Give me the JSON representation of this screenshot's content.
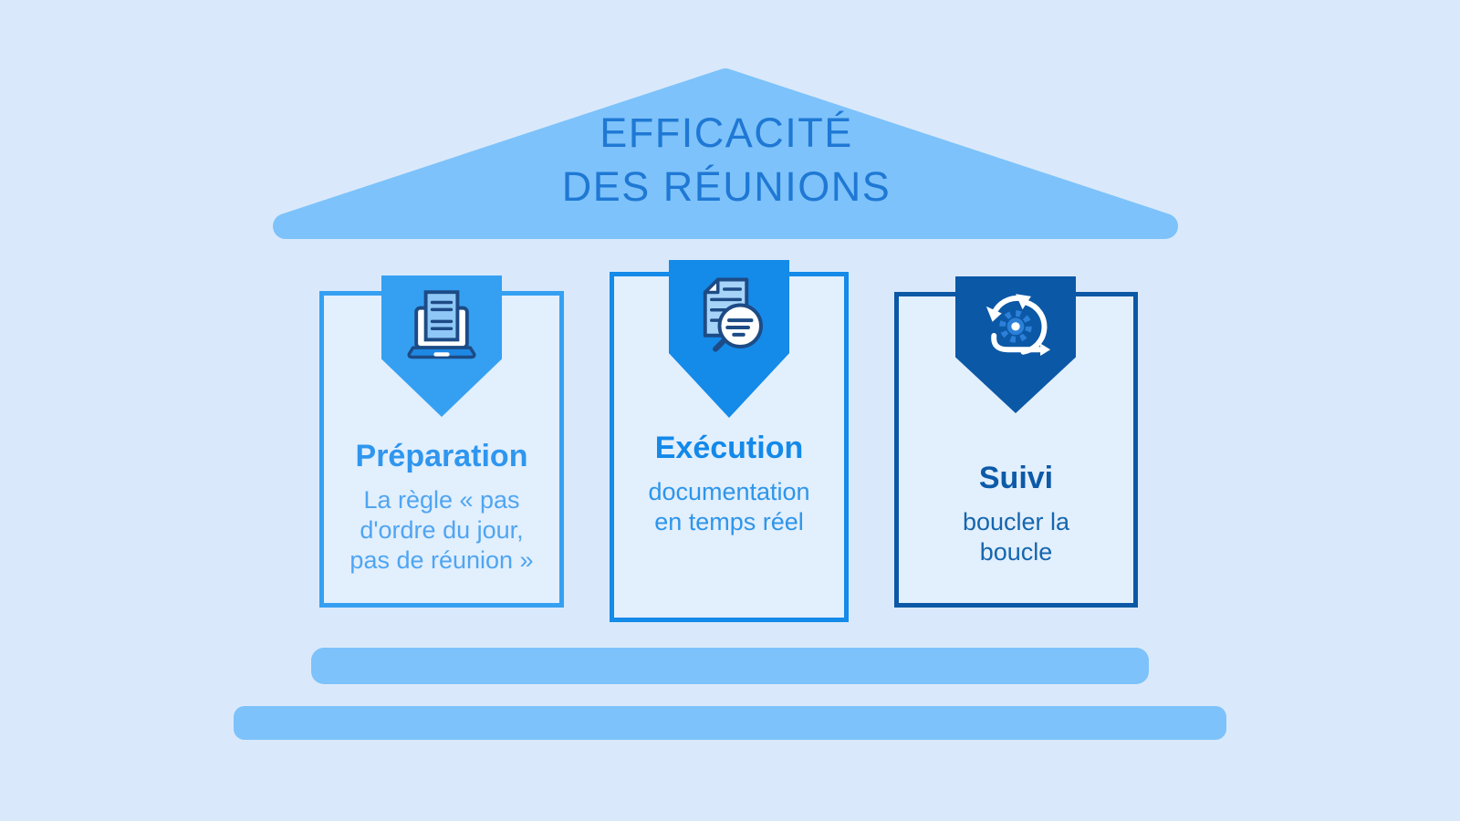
{
  "colors": {
    "page_background": "#D9E9FB",
    "card_background": "#E2EFFD",
    "roof_and_base": "#7DC2FA",
    "title_text": "#1F78D4",
    "accent_light_blue": "#35A0F2",
    "accent_medium_blue": "#148AE9",
    "accent_dark_blue": "#0B58A6",
    "icon_outline_navy": "#1D4B85"
  },
  "roof": {
    "title": "EFFICACITÉ\nDES RÉUNIONS"
  },
  "pillars": [
    {
      "heading": "Préparation",
      "body": "La règle « pas\nd'ordre du jour,\npas de réunion »",
      "icon": "laptop-document-icon"
    },
    {
      "heading": "Exécution",
      "body": "documentation\nen temps réel",
      "icon": "document-magnifier-icon"
    },
    {
      "heading": "Suivi",
      "body": "boucler la\nboucle",
      "icon": "agile-loop-icon"
    }
  ]
}
